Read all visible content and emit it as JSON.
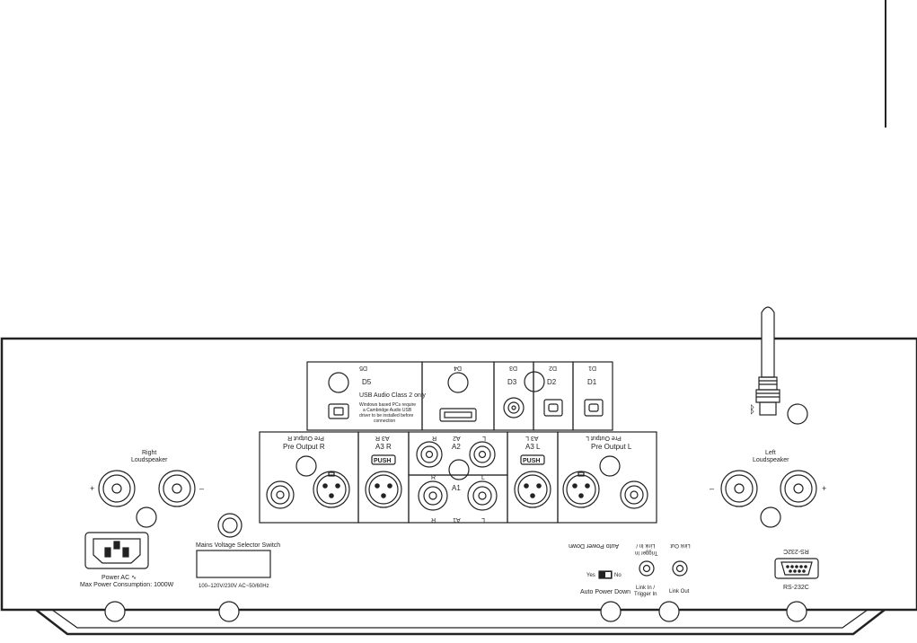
{
  "colors": {
    "ink": "#222222",
    "background": "#ffffff"
  },
  "panel": {
    "right_speaker": {
      "title_line1": "Right",
      "title_line2": "Loudspeaker",
      "plus": "+",
      "minus": "–"
    },
    "left_speaker": {
      "title_line1": "Left",
      "title_line2": "Loudspeaker",
      "plus": "+",
      "minus": "–"
    },
    "power": {
      "label": "Power AC ∿",
      "consumption": "Max Power Consumption: 1000W"
    },
    "mains": {
      "title": "Mains Voltage Selector Switch",
      "range": "100–120V/230V AC~50/60Hz"
    },
    "digital": {
      "d5": {
        "label": "D5",
        "mirror": "D5",
        "usb_class": "USB Audio Class 2 only",
        "note_line1": "Windows based PCs require",
        "note_line2": "a Cambridge Audio USB",
        "note_line3": "driver to be installed before",
        "note_line4": "connection"
      },
      "d4": {
        "mirror": "D4"
      },
      "d3": {
        "label": "D3",
        "mirror": "D3"
      },
      "d2": {
        "label": "D2",
        "mirror": "D2"
      },
      "d1": {
        "label": "D1",
        "mirror": "D1"
      }
    },
    "analog": {
      "pre_out_r": {
        "label": "Pre Output R",
        "mirror": "Pre Output R"
      },
      "a3r": {
        "label": "A3 R",
        "mirror": "A3 R",
        "push": "PUSH"
      },
      "a2": {
        "label": "A2",
        "mirror": "A2",
        "r": "R",
        "l": "L"
      },
      "a1": {
        "label": "A1",
        "mirror": "A1",
        "r": "R",
        "l": "L"
      },
      "a3l": {
        "label": "A3 L",
        "mirror": "A3 L",
        "push": "PUSH"
      },
      "pre_out_l": {
        "label": "Pre Output L",
        "mirror": "Pre Output L"
      }
    },
    "auto_power": {
      "label": "Auto Power Down",
      "mirror": "Auto Power Down",
      "yes": "Yes",
      "no": "No"
    },
    "link_in": {
      "line1": "Link In /",
      "line2": "Trigger In",
      "mirror1": "Link In /",
      "mirror2": "Trigger In"
    },
    "link_out": {
      "label": "Link Out",
      "mirror": "Link Out"
    },
    "rs232": {
      "label": "RS-232C",
      "mirror": "RS-232C"
    }
  }
}
